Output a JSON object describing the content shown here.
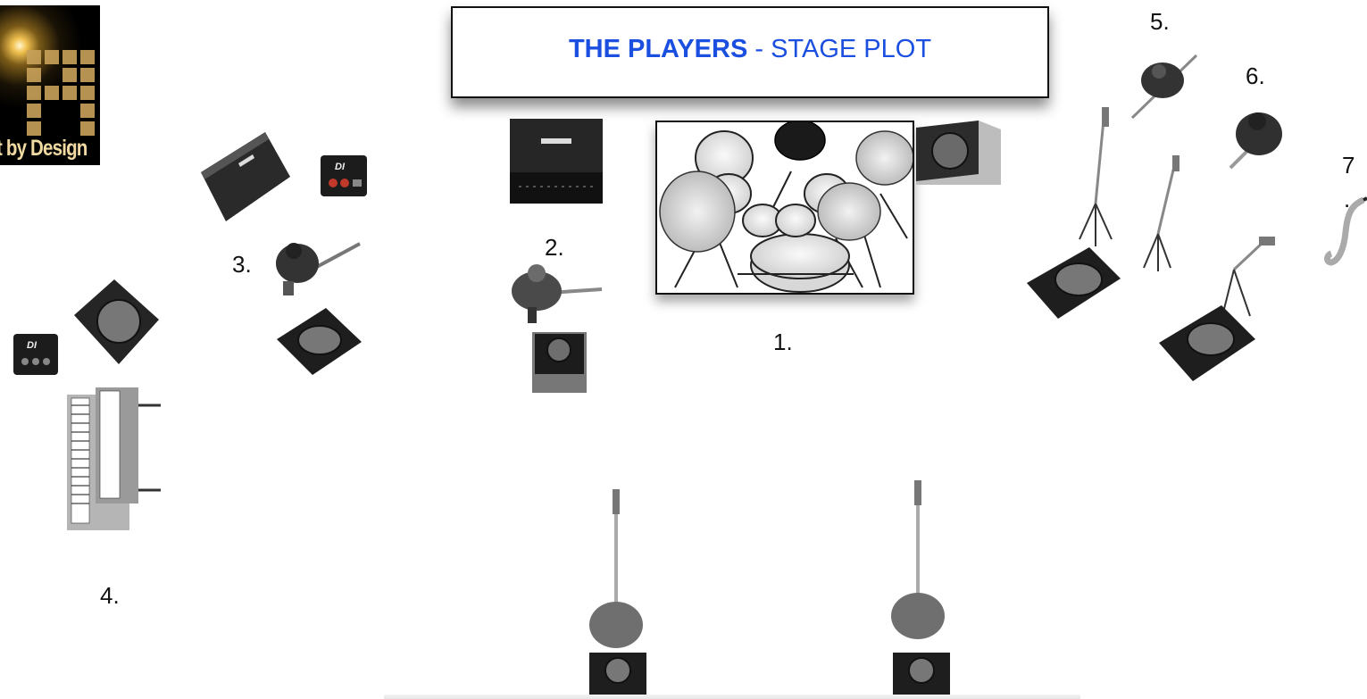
{
  "title": {
    "band": "THE PLAYERS",
    "separator": " - ",
    "subtitle": "STAGE PLOT"
  },
  "logo": {
    "text": "t by Design"
  },
  "positions": {
    "p1": "1.",
    "p2": "2.",
    "p3": "3.",
    "p4": "4.",
    "p5": "5.",
    "p6": "6.",
    "p7": "7",
    "p7_dot": "."
  },
  "colors": {
    "title_blue": "#1a4fe0",
    "frame": "#111111",
    "monitor_dark": "#2b2b2b",
    "gear_gray": "#8a8a8a"
  },
  "icons": [
    "guitar-amp-icon",
    "di-box-icon",
    "guitarist-icon",
    "bassist-icon",
    "drum-kit-icon",
    "wedge-monitor-icon",
    "keyboard-icon",
    "trombonist-icon",
    "trumpeter-icon",
    "saxophone-icon",
    "mic-stand-icon"
  ]
}
